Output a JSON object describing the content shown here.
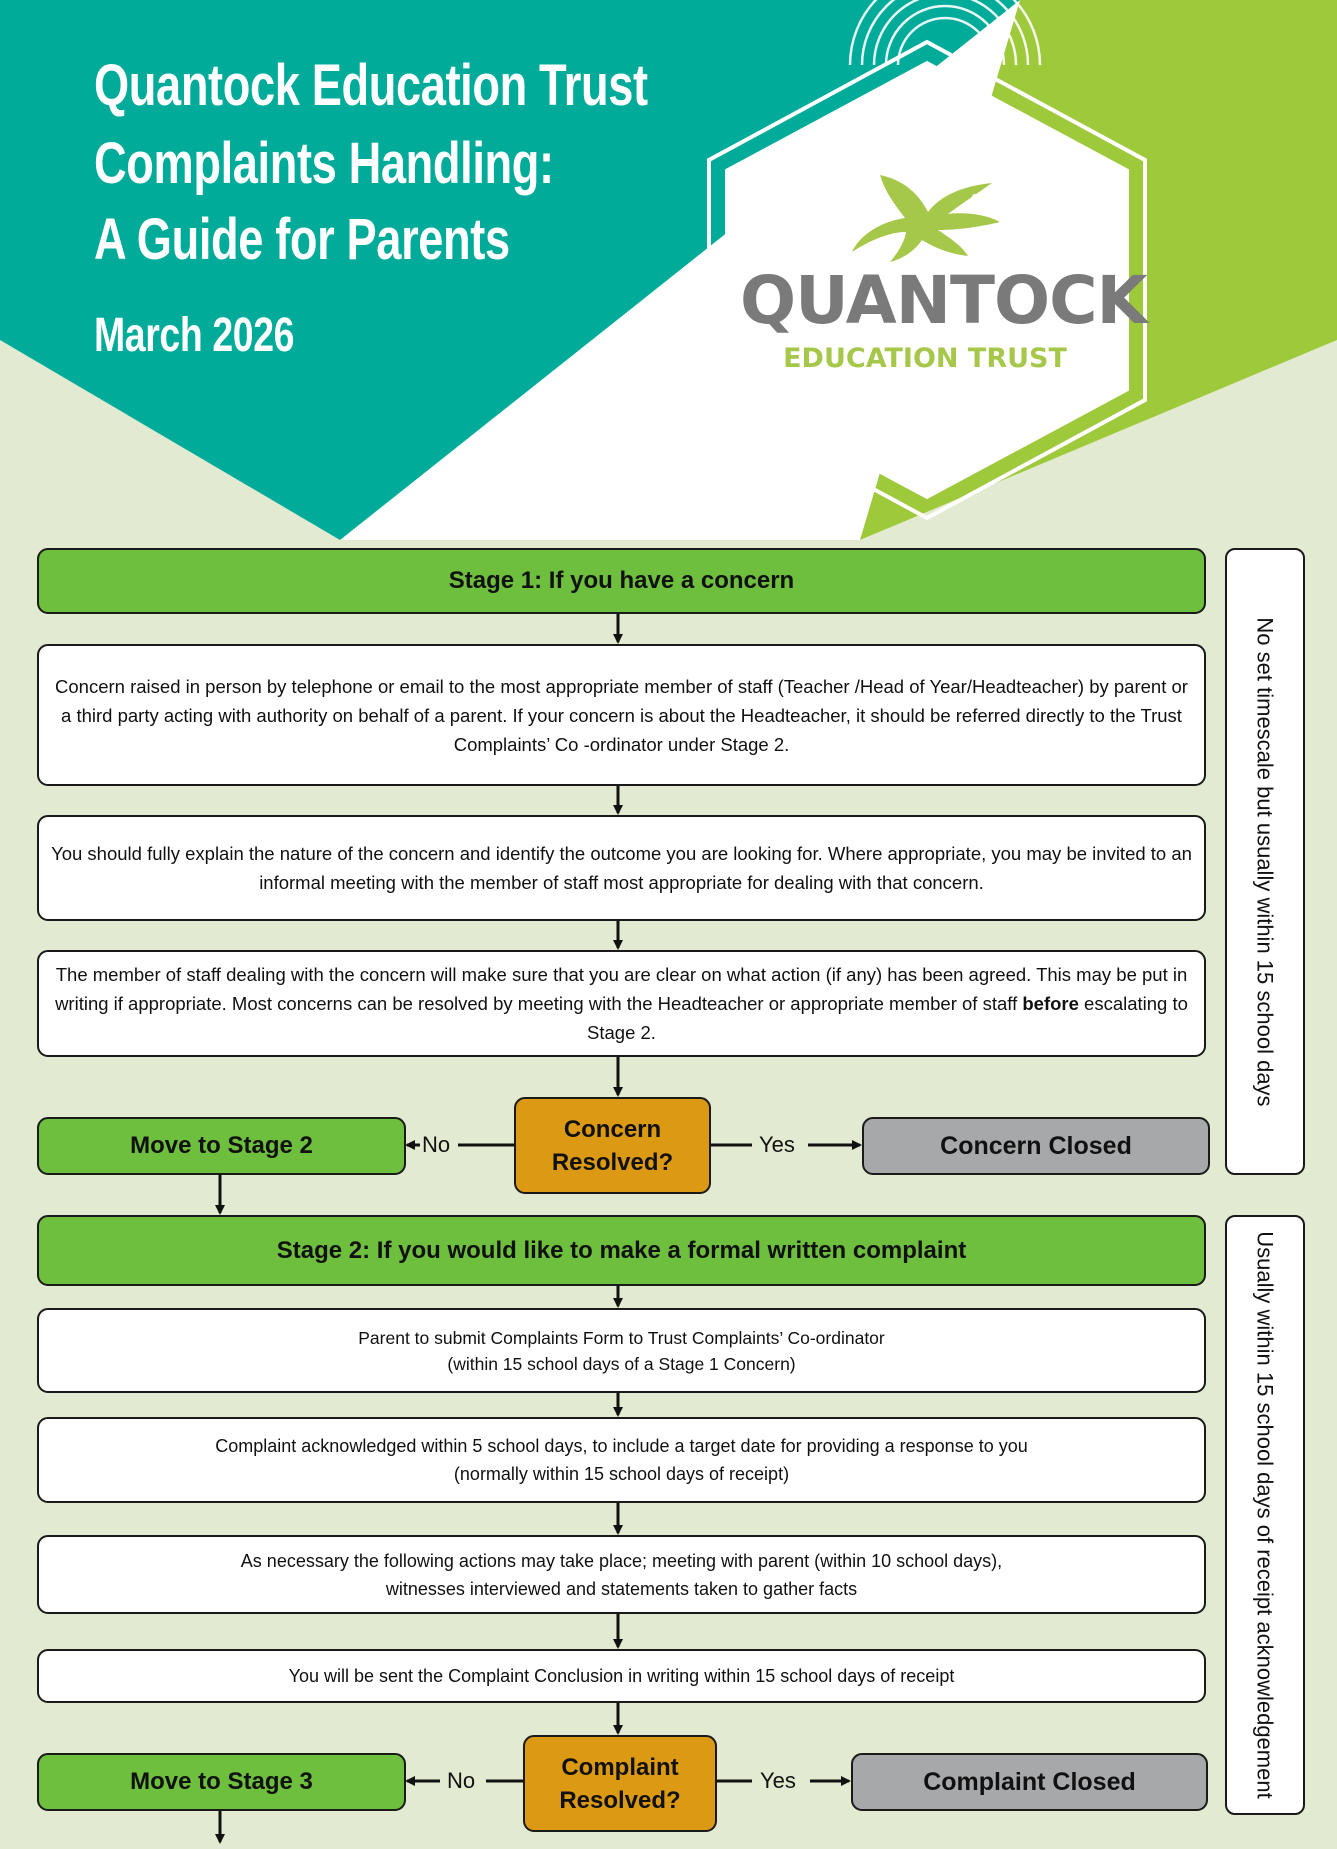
{
  "header": {
    "title_line1": "Quantock Education Trust",
    "title_line2": "Complaints Handling:",
    "title_line3": "A Guide for Parents",
    "date": "March 2026"
  },
  "logo": {
    "icon": "bird-icon",
    "wordmark": "QUANTOCK",
    "subtitle": "EDUCATION TRUST"
  },
  "colors": {
    "teal": "#00ab9a",
    "lime": "#9dc93b",
    "pale_green": "#e2ead1",
    "stage_green": "#6ebf3d",
    "decision_orange": "#dc9a14",
    "closed_grey": "#a7a8aa"
  },
  "stage1": {
    "heading": "Stage 1: If you have a concern",
    "step1": "Concern raised in person by telephone or email to the most appropriate member of staff (Teacher /Head of Year/Headteacher) by parent or a third party acting with authority on behalf of a parent. If your concern is about the Headteacher, it should be referred directly to the Trust Complaints’ Co -ordinator under Stage 2.",
    "step2": "You should fully explain the nature of the concern and identify the outcome you are looking for. Where appropriate, you may be invited to an informal meeting with the member of staff most appropriate for dealing with that concern.",
    "step3_part1": "The member of staff dealing with the concern will make sure that you are clear on what action (if any) has been agreed. This may be put in writing if appropriate.  Most concerns can be resolved by meeting with the Headteacher or appropriate member of staff",
    "step3_bold": "before",
    "step3_part2": "escalating to Stage 2.",
    "decision_line1": "Concern",
    "decision_line2": "Resolved?",
    "no_label": "No",
    "yes_label": "Yes",
    "move": "Move to Stage 2",
    "closed": "Concern Closed",
    "timescale": "No set timescale but usually within 15 school days"
  },
  "stage2": {
    "heading": "Stage 2: If you would like to make a formal written complaint",
    "step1_line1": "Parent to submit Complaints Form to Trust Complaints’ Co-ordinator",
    "step1_line2": "(within 15 school days of a Stage 1 Concern)",
    "step2_line1": "Complaint acknowledged within 5 school days, to include a target date for providing a response to you",
    "step2_line2": "(normally within 15 school days of receipt)",
    "step3_line1": "As necessary the following actions may take place; meeting with parent (within 10 school days),",
    "step3_line2": "witnesses interviewed and statements taken to gather facts",
    "step4": "You will be sent the Complaint Conclusion in writing within 15 school days of receipt",
    "decision_line1": "Complaint",
    "decision_line2": "Resolved?",
    "no_label": "No",
    "yes_label": "Yes",
    "move": "Move to Stage 3",
    "closed": "Complaint Closed",
    "timescale": "Usually within 15 school days of receipt acknowledgement"
  }
}
